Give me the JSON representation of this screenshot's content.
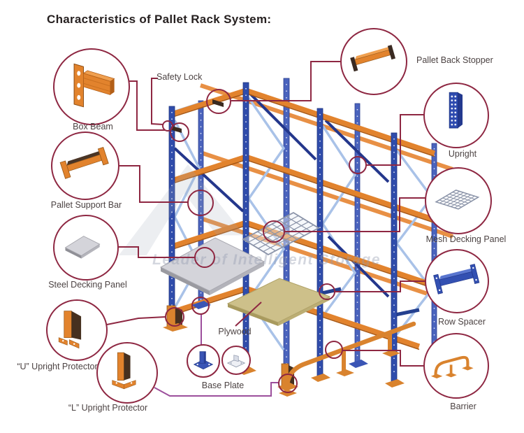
{
  "title": "Characteristics of Pallet Rack System:",
  "watermark": {
    "tagline": "Leader of Intelligent Storage"
  },
  "callouts": [
    {
      "id": "box-beam",
      "label": "Box Beam"
    },
    {
      "id": "safety-lock",
      "label": "Safety Lock"
    },
    {
      "id": "pallet-back-stopper",
      "label": "Pallet Back Stopper"
    },
    {
      "id": "upright",
      "label": "Upright"
    },
    {
      "id": "pallet-support-bar",
      "label": "Pallet Support Bar"
    },
    {
      "id": "mesh-decking-panel",
      "label": "Mesh Decking Panel"
    },
    {
      "id": "steel-decking-panel",
      "label": "Steel Decking Panel"
    },
    {
      "id": "row-spacer",
      "label": "Row Spacer"
    },
    {
      "id": "u-upright-protector",
      "label": "“U” Upright Protector"
    },
    {
      "id": "plywood",
      "label": "Plywood"
    },
    {
      "id": "base-plate",
      "label": "Base Plate"
    },
    {
      "id": "l-upright-protector",
      "label": "“L” Upright Protector"
    },
    {
      "id": "barrier",
      "label": "Barrier"
    }
  ],
  "colors": {
    "accent_maroon": "#8e2742",
    "connector_purple": "#9c4f9c",
    "rack_blue": "#2f4cab",
    "brace_light_blue": "#a9c2e8",
    "beam_orange": "#e2832d",
    "steel_gray": "#d4d4da",
    "plywood_tan": "#cdc08a",
    "base_plate_blue": "#3a55b5"
  }
}
